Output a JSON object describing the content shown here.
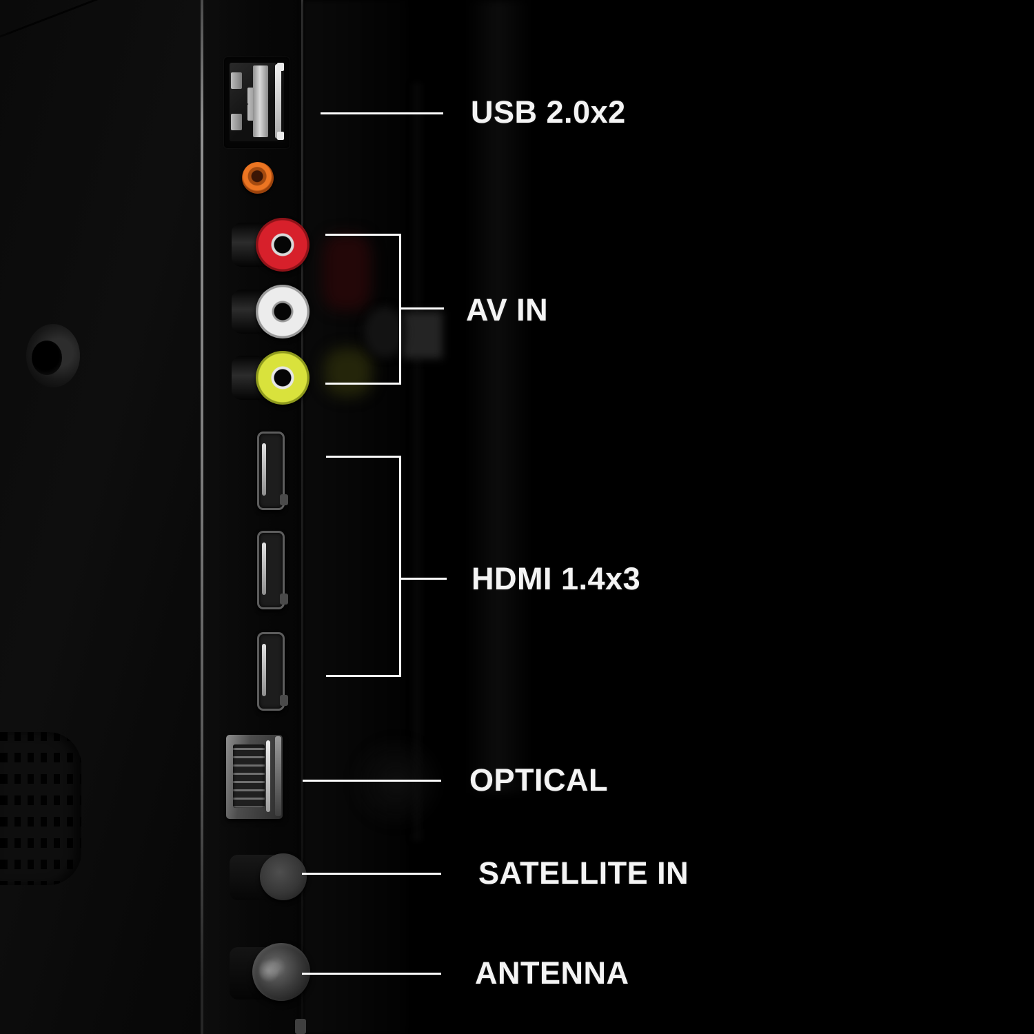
{
  "labels": {
    "usb": "USB 2.0x2",
    "av_in": "AV IN",
    "hdmi": "HDMI 1.4x3",
    "optical": "OPTICAL",
    "satellite": "SATELLITE IN",
    "antenna": "ANTENNA"
  },
  "ports": [
    {
      "name": "usb-port-stack",
      "label": "USB 2.0x2"
    },
    {
      "name": "audio-jack-orange",
      "color": "#ec7522"
    },
    {
      "name": "rca-jack-red",
      "color": "#d7202b",
      "group": "AV IN"
    },
    {
      "name": "rca-jack-white",
      "color": "#ececec",
      "group": "AV IN"
    },
    {
      "name": "rca-jack-yellow",
      "color": "#d9e23c",
      "group": "AV IN"
    },
    {
      "name": "hdmi-port-1",
      "group": "HDMI 1.4x3"
    },
    {
      "name": "hdmi-port-2",
      "group": "HDMI 1.4x3"
    },
    {
      "name": "hdmi-port-3",
      "group": "HDMI 1.4x3"
    },
    {
      "name": "optical-port",
      "label": "OPTICAL"
    },
    {
      "name": "satellite-connector",
      "label": "SATELLITE IN"
    },
    {
      "name": "antenna-connector",
      "label": "ANTENNA"
    }
  ],
  "colors": {
    "background": "#000000",
    "label_text": "#f4f4f4",
    "callout_line": "#ffffff",
    "rca_red": "#d7202b",
    "rca_white": "#ececec",
    "rca_yellow": "#d9e23c",
    "jack_orange": "#ec7522"
  }
}
